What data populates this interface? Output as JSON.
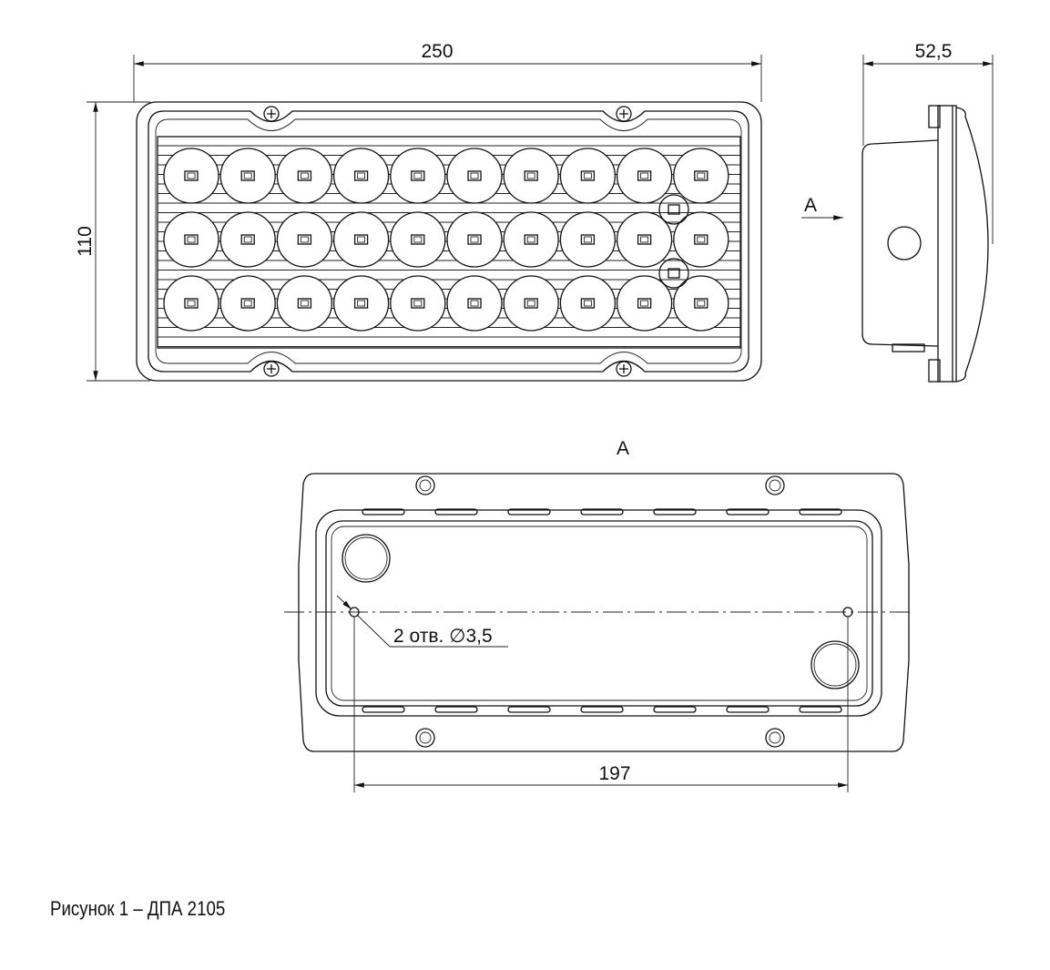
{
  "front_view": {
    "width_dim": "250",
    "height_dim": "110",
    "led_rows": 3,
    "led_cols": 10
  },
  "side_view": {
    "depth_dim": "52,5",
    "view_marker": "A"
  },
  "back_view": {
    "title": "A",
    "holes_note": "2 отв. ∅3,5",
    "hole_spacing_dim": "197"
  },
  "caption": "Рисунок 1 – ДПА 2105"
}
